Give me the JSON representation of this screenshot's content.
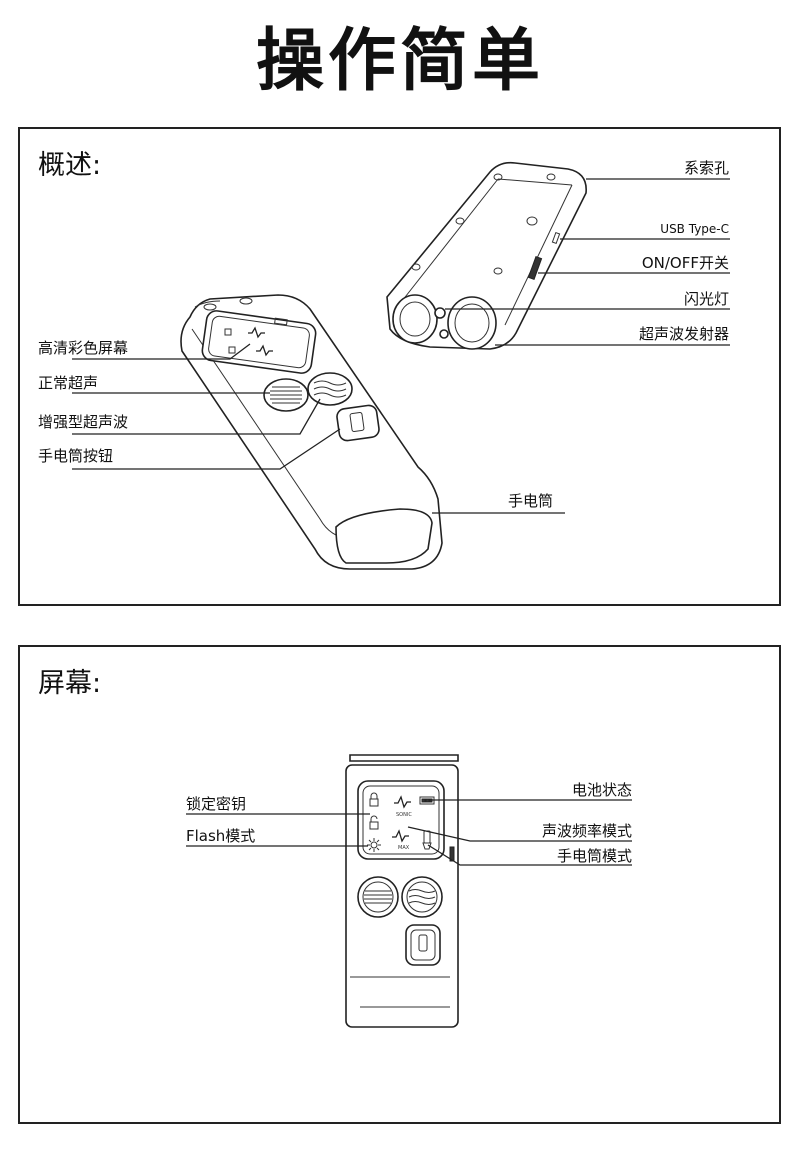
{
  "page_title": "操作简单",
  "overview": {
    "title": "概述:",
    "labels": {
      "lanyard_hole": "系索孔",
      "usb": "USB Type-C",
      "power_switch": "ON/OFF开关",
      "flash_light": "闪光灯",
      "emitter": "超声波发射器",
      "screen": "高清彩色屏幕",
      "normal_ultrasonic": "正常超声",
      "enhanced_ultrasonic": "增强型超声波",
      "flashlight_button": "手电筒按钮",
      "flashlight": "手电筒"
    }
  },
  "screen_section": {
    "title": "屏幕:",
    "labels": {
      "lock": "锁定密钥",
      "flash_mode": "Flash模式",
      "battery": "电池状态",
      "frequency_mode": "声波频率模式",
      "flashlight_mode": "手电筒模式"
    },
    "screen_text": {
      "sonic": "SONIC",
      "max": "MAX"
    }
  }
}
